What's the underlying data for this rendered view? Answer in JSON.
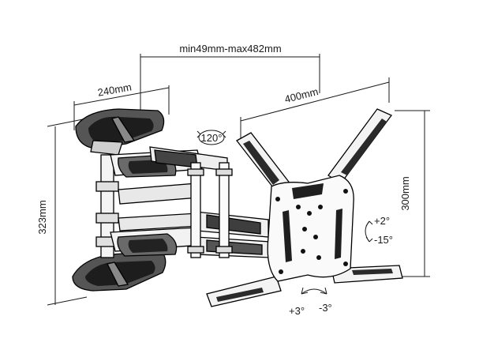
{
  "dimensions": {
    "extension": "min49mm-max482mm",
    "wall_plate_width": "240mm",
    "vesa_width": "400mm",
    "vesa_height": "300mm",
    "wall_plate_height": "323mm"
  },
  "adjustments": {
    "swivel": "120°",
    "tilt_up": "+2°",
    "tilt_down": "-15°",
    "rotate_plus": "+3°",
    "rotate_minus": "-3°"
  },
  "colors": {
    "line": "#1a1a1a",
    "fill_dark": "#3a3a3a",
    "fill_mid": "#7a7a7a"
  }
}
